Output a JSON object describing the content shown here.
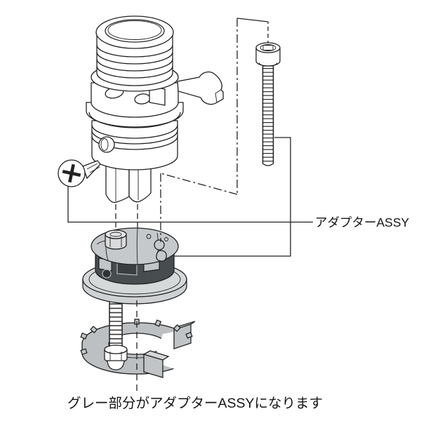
{
  "labels": {
    "adapter_assy": "アダプターASSY",
    "caption": "グレー部分がアダプターASSYになります"
  },
  "colors": {
    "background": "#ffffff",
    "line": "#222222",
    "assy_gray": "#c6c9cb",
    "assy_gray_light": "#d6d9da",
    "assy_band_dark": "#474c4f"
  },
  "parts": [
    {
      "name": "valve-cartridge"
    },
    {
      "name": "lever-clip"
    },
    {
      "name": "hex-socket-bolt"
    },
    {
      "name": "phillips-screw"
    },
    {
      "name": "adapter-disc-assy"
    },
    {
      "name": "threaded-rod-with-nut"
    },
    {
      "name": "toothed-clamp-ring"
    }
  ]
}
